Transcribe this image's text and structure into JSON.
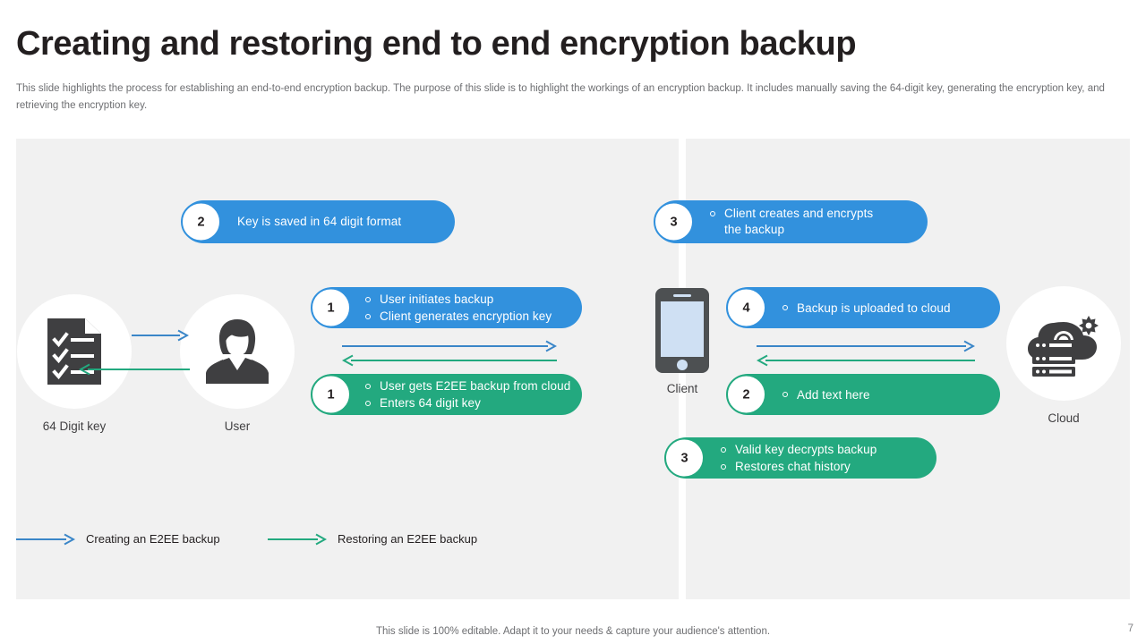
{
  "header": {
    "title": "Creating and restoring end to end encryption backup",
    "subtitle": "This slide highlights the process for establishing an end-to-end encryption backup. The purpose of this slide is to highlight the workings of an encryption backup. It includes manually saving the 64-digit key,  generating the encryption key, and retrieving the encryption key."
  },
  "colors": {
    "blue": "#3291dd",
    "green": "#23a97f",
    "panel": "#f1f1f1",
    "icon_dark": "#3f3f41",
    "text_dark": "#231f20"
  },
  "left_panel": {
    "pill_top": {
      "badge": "2",
      "text": "Key is saved in 64 digit format",
      "color": "blue"
    },
    "pill_blue": {
      "badge": "1",
      "color": "blue",
      "bullets": [
        "User initiates backup",
        "Client generates encryption key"
      ]
    },
    "pill_green": {
      "badge": "1",
      "color": "green",
      "bullets": [
        "User gets E2EE backup from cloud",
        "Enters 64 digit key"
      ]
    },
    "node_key": {
      "label": "64 Digit key",
      "icon": "checklist-document-icon"
    },
    "node_user": {
      "label": "User",
      "icon": "user-avatar-icon"
    }
  },
  "right_panel": {
    "pill_top": {
      "badge": "3",
      "color": "blue",
      "bullets": [
        "Client creates and encrypts\nthe backup"
      ]
    },
    "pill_blue": {
      "badge": "4",
      "color": "blue",
      "bullets": [
        "Backup is uploaded to cloud"
      ]
    },
    "pill_green": {
      "badge": "2",
      "color": "green",
      "bullets": [
        "Add text here"
      ]
    },
    "pill_green_bottom": {
      "badge": "3",
      "color": "green",
      "bullets": [
        "Valid  key decrypts backup",
        "Restores chat history"
      ]
    },
    "node_client": {
      "label": "Client",
      "icon": "smartphone-icon"
    },
    "node_cloud": {
      "label": "Cloud",
      "icon": "cloud-server-icon"
    }
  },
  "legend": [
    {
      "label": "Creating an E2EE  backup",
      "color": "#3291dd"
    },
    {
      "label": "Restoring  an E2EE  backup",
      "color": "#23a97f"
    }
  ],
  "footer": {
    "note": "This slide is 100% editable. Adapt it to your needs & capture your audience's attention.",
    "page": "7"
  }
}
